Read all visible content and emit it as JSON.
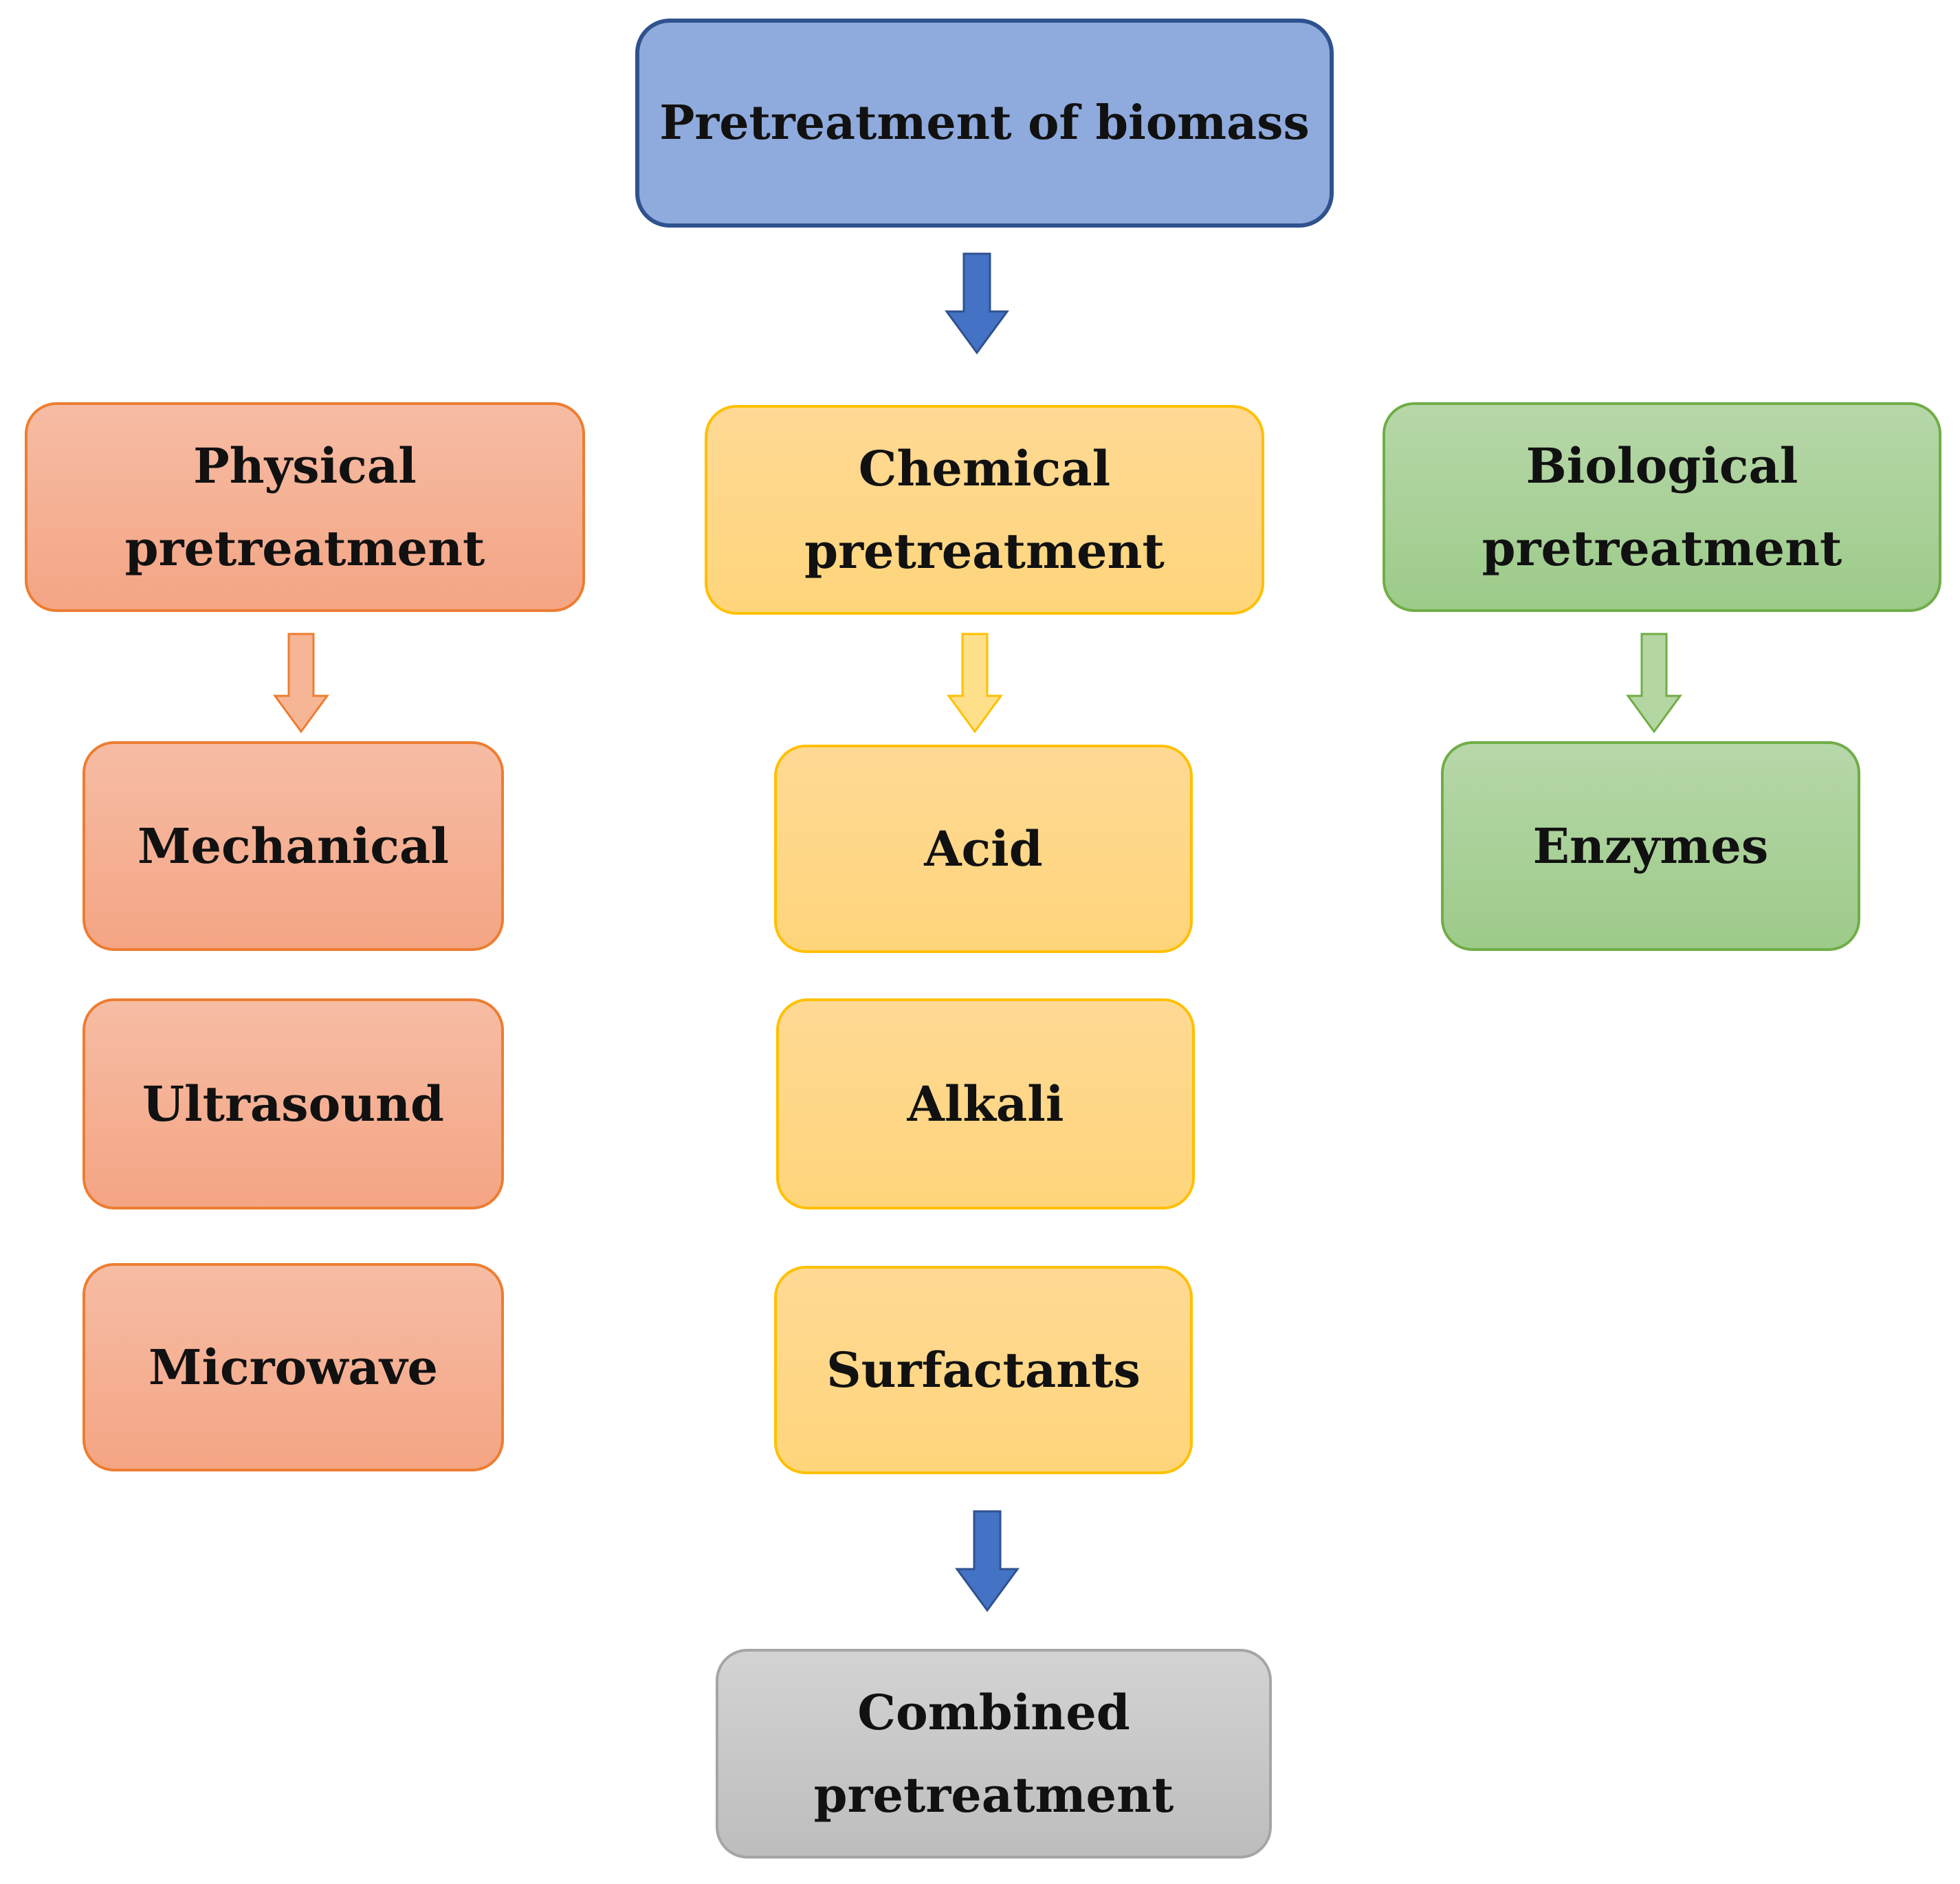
{
  "root": {
    "label": "Pretreatment of biomass",
    "color": "#8faadc",
    "border_color": "#2f528f"
  },
  "categories": [
    {
      "id": "physical",
      "label_line1": "Physical",
      "label_line2": "pretreatment",
      "fill_color": "#f4b183",
      "border_color": "#ed7d31",
      "methods": [
        "Mechanical",
        "Ultrasound",
        "Microwave"
      ]
    },
    {
      "id": "chemical",
      "label_line1": "Chemical",
      "label_line2": "pretreatment",
      "fill_color": "#ffd966",
      "border_color": "#ffc000",
      "methods": [
        "Acid",
        "Alkali",
        "Surfactants"
      ]
    },
    {
      "id": "biological",
      "label_line1": "Biological",
      "label_line2": "pretreatment",
      "fill_color": "#a9d18e",
      "border_color": "#70ad47",
      "methods": [
        "Enzymes"
      ]
    }
  ],
  "combined": {
    "label_line1": "Combined",
    "label_line2": "pretreatment",
    "fill_color": "#c9c9c9",
    "border_color": "#a5a5a5"
  },
  "arrows": {
    "main_color": "#4472c4",
    "main_border": "#2f528f"
  }
}
